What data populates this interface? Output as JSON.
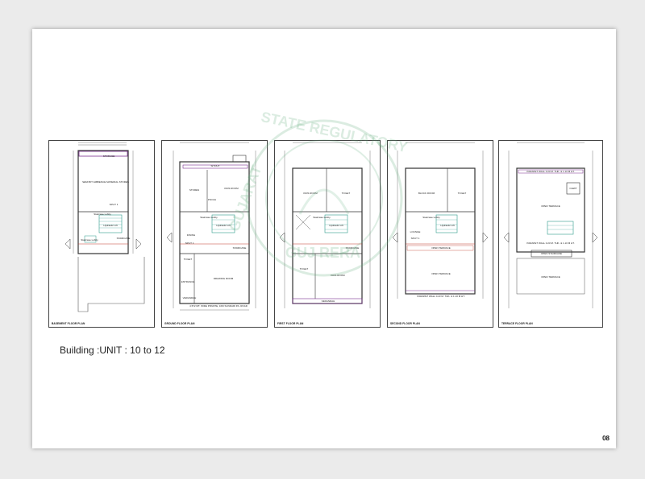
{
  "page": {
    "number": "08"
  },
  "caption": "Building :UNIT : 10 to 12",
  "watermark": {
    "top": "STATE REGULATORY",
    "left": "GUJARAT",
    "bottom": "GUJ RERA"
  },
  "plans": [
    {
      "title": "BASEMENT FLOOR PLAN",
      "rooms": [
        "STORAGE",
        "SEMI BIT AMBIENCE MATERIAL STORES",
        "SPLIT 1",
        "Staircase Lobby",
        "Hydraulic Lift",
        "STAIRCASE",
        "Staircase Lobby"
      ]
    },
    {
      "title": "GROUND FLOOR PLAN",
      "rooms": [
        "SITOUT",
        "STORES",
        "KIDS ROOM",
        "POOJA",
        "DINING",
        "Staircase Lobby",
        "Hydraulic Lift",
        "SPLIT 1",
        "TOILET",
        "STAIRCASE",
        "ENTRANCE",
        "DRAWING ROOM",
        "VERANDAH",
        "4.572 MT. WIDE PRIVATE, 10M SUNDARI PA. ROAD"
      ]
    },
    {
      "title": "FIRST FLOOR PLAN",
      "rooms": [
        "KIDS ROOM",
        "TOILET",
        "Staircase Lobby",
        "Hydraulic Lift",
        "STAIRCASE",
        "TOILET",
        "KIDS ROOM",
        "VERANDAH"
      ]
    },
    {
      "title": "SECOND FLOOR PLAN",
      "rooms": [
        "BLOCK ROOM",
        "TOILET",
        "Staircase Lobby",
        "Hydraulic Lift",
        "LOUNGE",
        "SPLIT 1",
        "OPEN TERRACE",
        "OPEN TERRACE",
        "PARAPET WALL 0.23 M. THK. & 1.10 M HT."
      ]
    },
    {
      "title": "TERRACE FLOOR PLAN",
      "rooms": [
        "PARAPET WALL 0.23 M. THK. & 1.10 M HT.",
        "OPEN TERRACE",
        "OHWT",
        "PARAPET WALL 0.23 M. THK. & 1.10 M HT.",
        "OPEN STAIRCASE",
        "OPEN TERRACE"
      ]
    }
  ],
  "colors": {
    "wall": "#333333",
    "dimension": "#444444",
    "stair": "#2e9b8a",
    "hatch": "#c0392b",
    "accent": "#7a2f8f",
    "wm": "#5aaa78"
  }
}
